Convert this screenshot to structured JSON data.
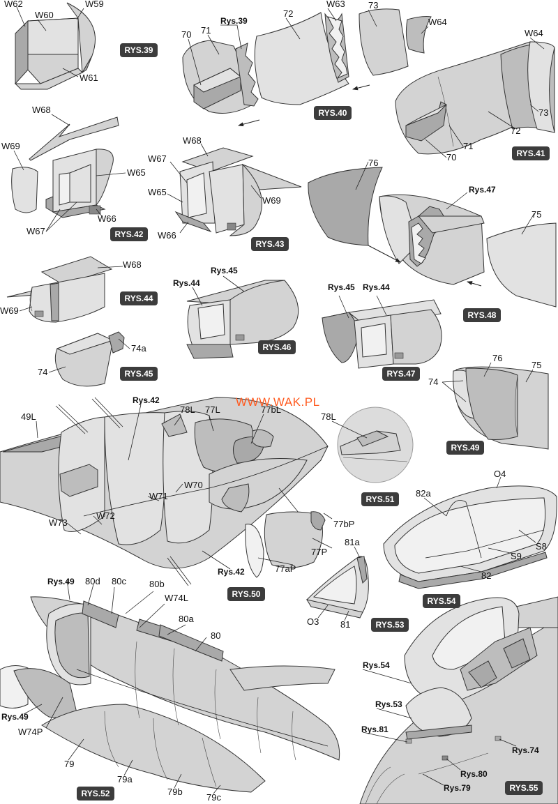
{
  "watermark": "WWW.WAK.PL",
  "badges": {
    "b39": "RYS.39",
    "b40": "RYS.40",
    "b41": "RYS.41",
    "b42": "RYS.42",
    "b43": "RYS.43",
    "b44": "RYS.44",
    "b45": "RYS.45",
    "b46": "RYS.46",
    "b47": "RYS.47",
    "b48": "RYS.48",
    "b49": "RYS.49",
    "b50": "RYS.50",
    "b51": "RYS.51",
    "b52": "RYS.52",
    "b53": "RYS.53",
    "b54": "RYS.54",
    "b55": "RYS.55"
  },
  "labels": {
    "W62": "W62",
    "W60": "W60",
    "W59": "W59",
    "W61": "W61",
    "p70": "70",
    "p71": "71",
    "p72": "72",
    "p73": "73",
    "p74": "74",
    "p74a": "74a",
    "p75": "75",
    "p76": "76",
    "W63": "W63",
    "W64": "W64",
    "W68": "W68",
    "W69": "W69",
    "W65": "W65",
    "W66": "W66",
    "W67": "W67",
    "p49L": "49L",
    "p78L": "78L",
    "p77L": "77L",
    "p77bL": "77bL",
    "W70": "W70",
    "W71": "W71",
    "W72": "W72",
    "W73": "W73",
    "p77bP": "77bP",
    "p77P": "77P",
    "p77aP": "77aP",
    "O4": "O4",
    "p82a": "82a",
    "S8": "S8",
    "S9": "S9",
    "p82": "82",
    "p81a": "81a",
    "O3": "O3",
    "p81": "81",
    "p80d": "80d",
    "p80c": "80c",
    "p80b": "80b",
    "W74L": "W74L",
    "p80a": "80a",
    "p80": "80",
    "W74P": "W74P",
    "p79": "79",
    "p79a": "79a",
    "p79b": "79b",
    "p79c": "79c"
  },
  "refs": {
    "rys39": "Rys.39",
    "rys42": "Rys.42",
    "rys44": "Rys.44",
    "rys45": "Rys.45",
    "rys47": "Rys.47",
    "rys49": "Rys.49",
    "rys53": "Rys.53",
    "rys54": "Rys.54",
    "rys74": "Rys.74",
    "rys79": "Rys.79",
    "rys80": "Rys.80",
    "rys81": "Rys.81"
  }
}
